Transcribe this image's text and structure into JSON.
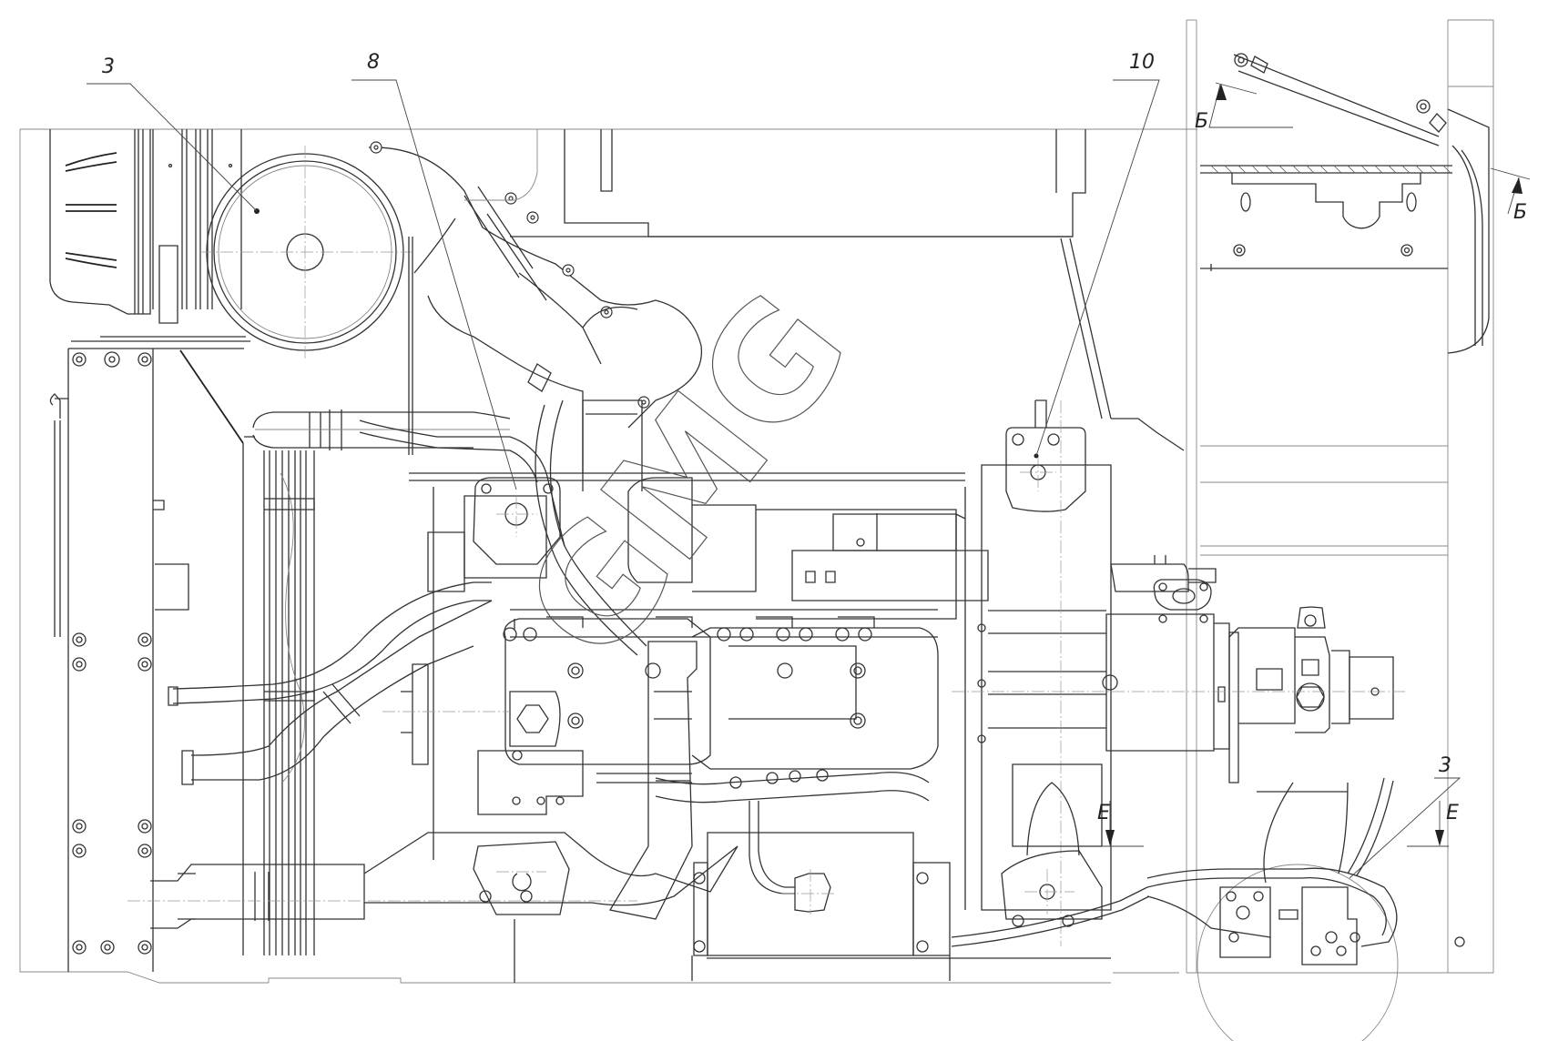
{
  "drawing": {
    "type": "technical engineering drawing",
    "subject": "engine and hydraulic pump assembly, top view",
    "watermark": "GMG",
    "line_color": "#333333",
    "background": "#ffffff"
  },
  "callouts": [
    {
      "id": "callout-3-top",
      "text": "3",
      "points_to": "air-filter"
    },
    {
      "id": "callout-8",
      "text": "8",
      "points_to": "front-engine-mount"
    },
    {
      "id": "callout-10",
      "text": "10",
      "points_to": "rear-engine-mount-upper"
    },
    {
      "id": "callout-3-bottom",
      "text": "3",
      "points_to": "hydraulic-hose"
    }
  ],
  "section_markers": [
    {
      "id": "section-b-upper",
      "text": "Б"
    },
    {
      "id": "section-b-right",
      "text": "Б"
    },
    {
      "id": "section-e-left",
      "text": "Е"
    },
    {
      "id": "section-e-right",
      "text": "Е"
    }
  ]
}
